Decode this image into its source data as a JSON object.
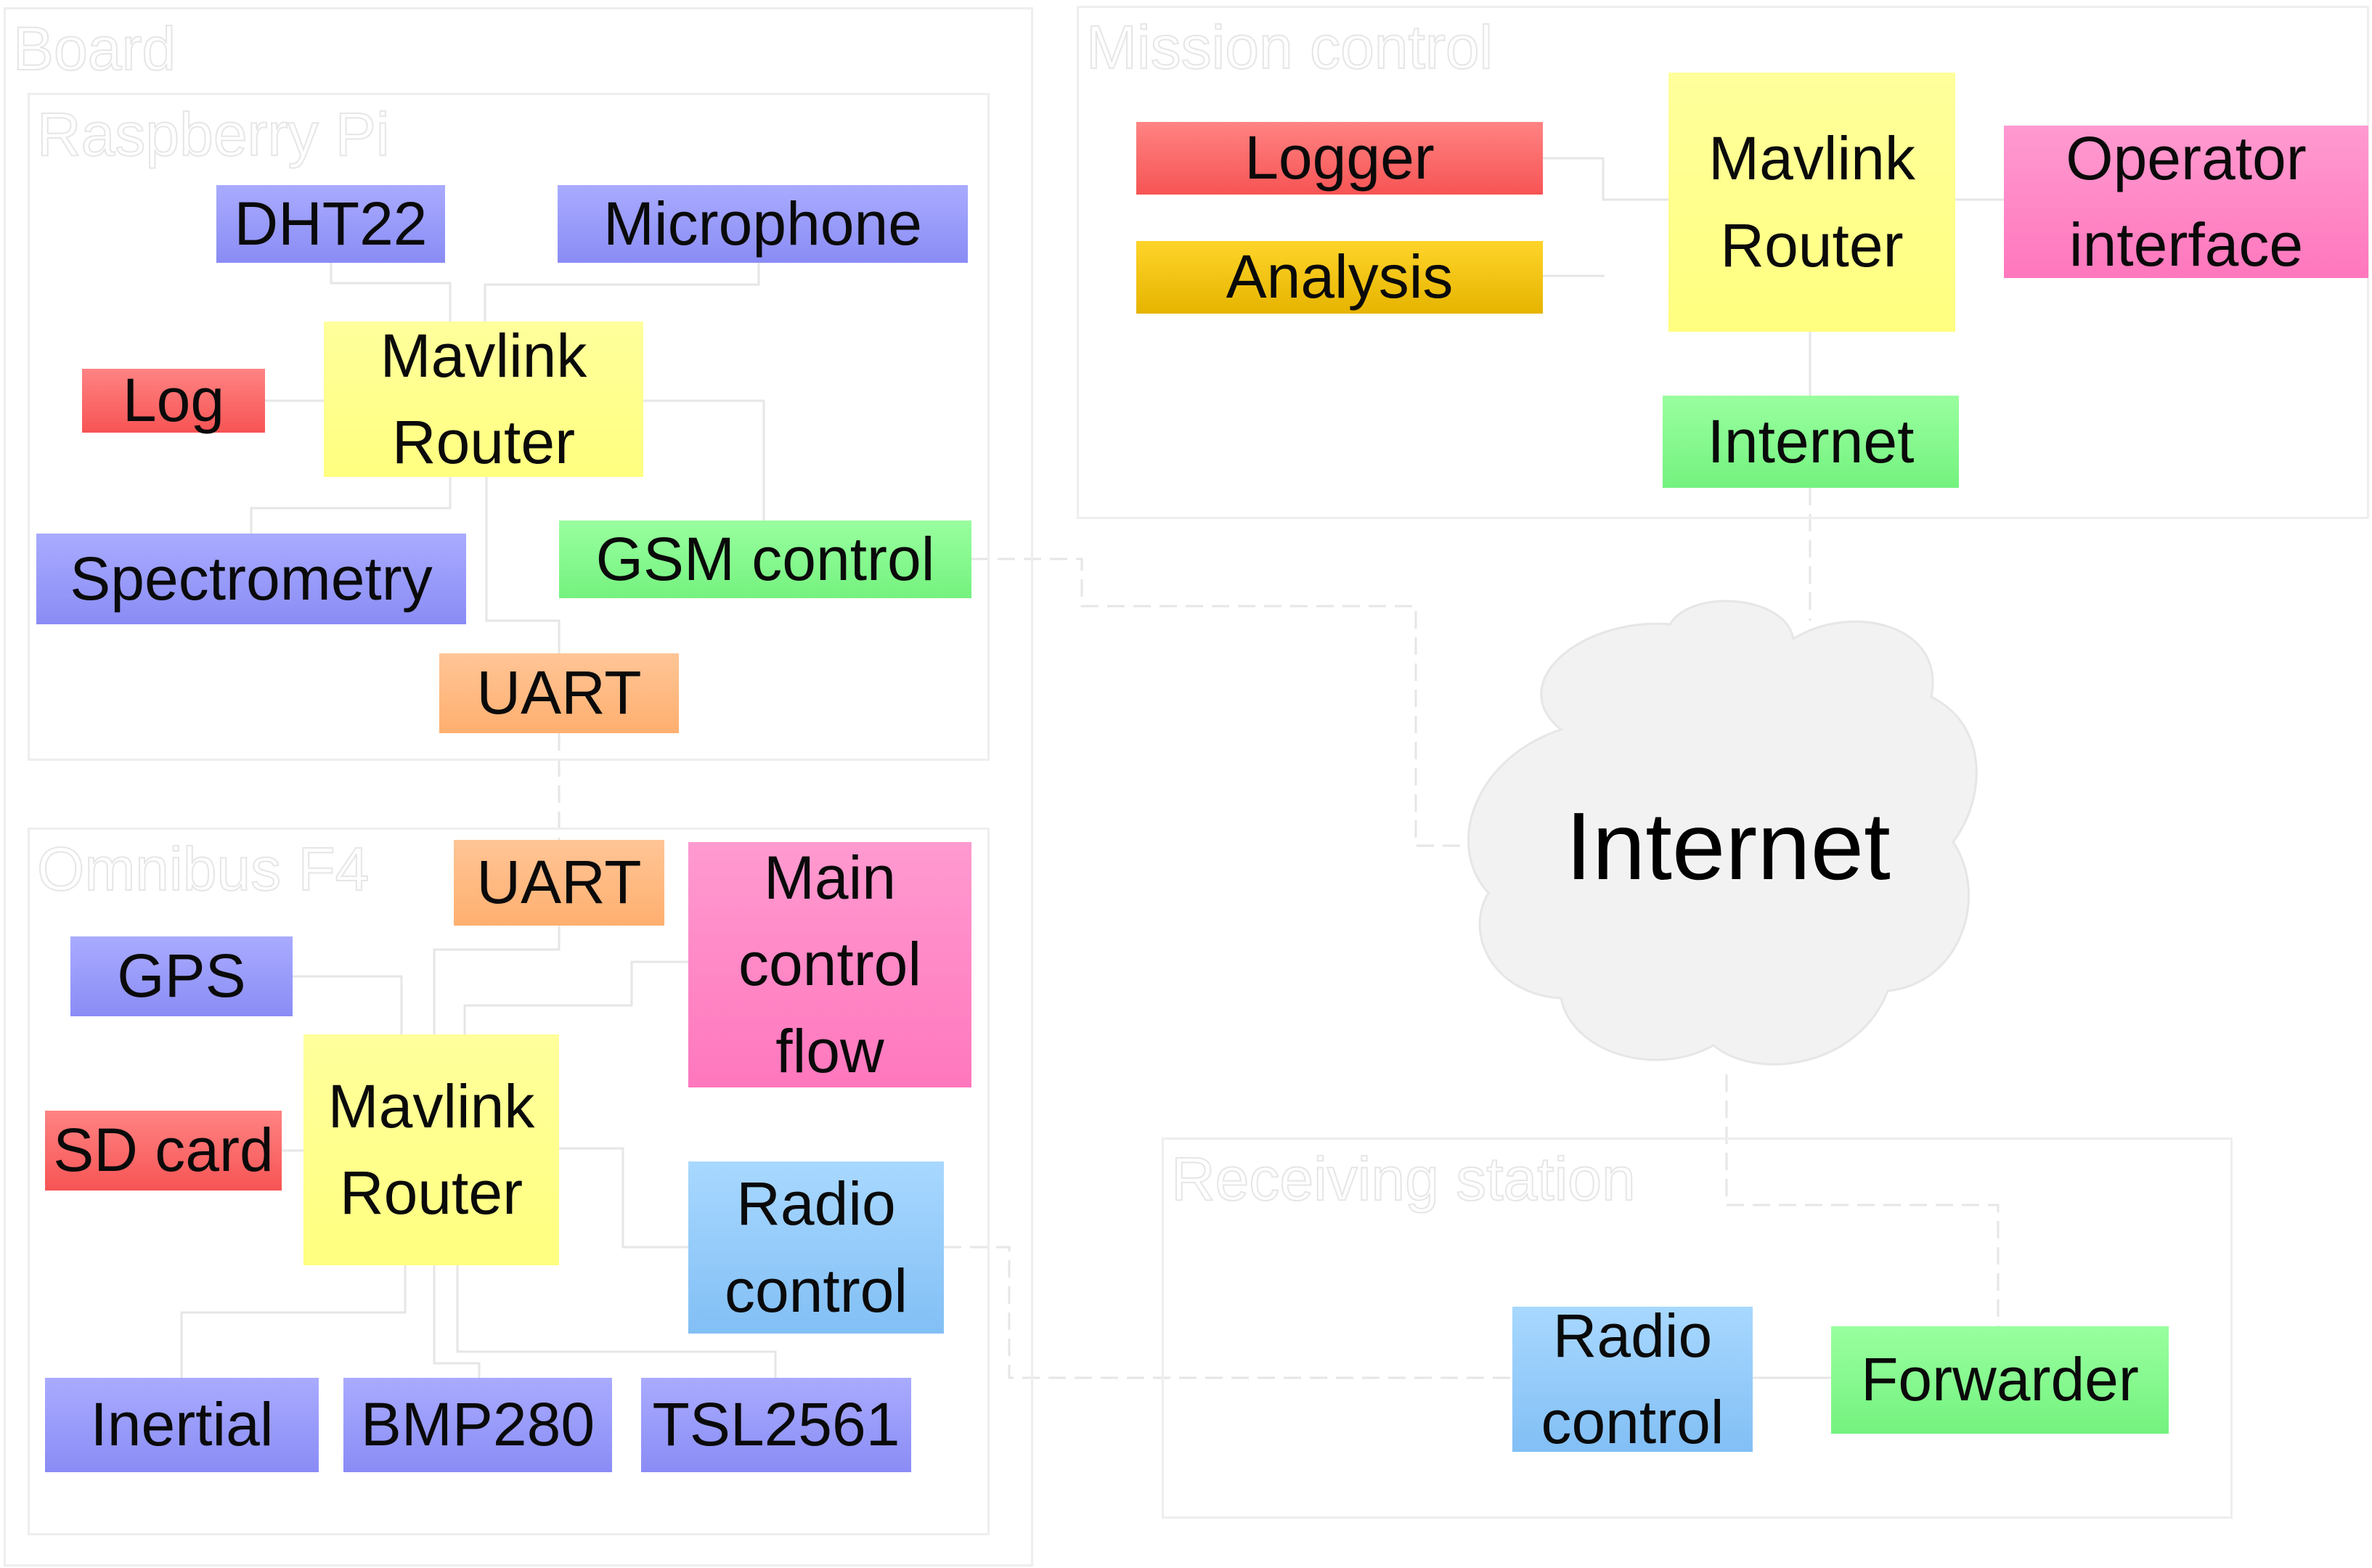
{
  "groups": {
    "board": "Board",
    "raspberry_pi": "Raspberry Pi",
    "omnibus": "Omnibus F4",
    "mission_control": "Mission control",
    "receiving_station": "Receiving station"
  },
  "pi": {
    "dht22": "DHT22",
    "microphone": "Microphone",
    "log": "Log",
    "router": "Mavlink\nRouter",
    "spectrometry": "Spectrometry",
    "gsm_control": "GSM control",
    "uart": "UART"
  },
  "omnibus": {
    "uart": "UART",
    "main_control_flow": "Main\ncontrol\nflow",
    "gps": "GPS",
    "sd_card": "SD card",
    "router": "Mavlink\nRouter",
    "radio_control": "Radio\ncontrol",
    "inertial": "Inertial",
    "bmp280": "BMP280",
    "tsl2561": "TSL2561"
  },
  "mission": {
    "logger": "Logger",
    "analysis": "Analysis",
    "router": "Mavlink\nRouter",
    "operator_interface": "Operator\ninterface",
    "internet": "Internet"
  },
  "cloud": {
    "label": "Internet"
  },
  "receiving": {
    "radio_control": "Radio\ncontrol",
    "forwarder": "Forwarder"
  }
}
